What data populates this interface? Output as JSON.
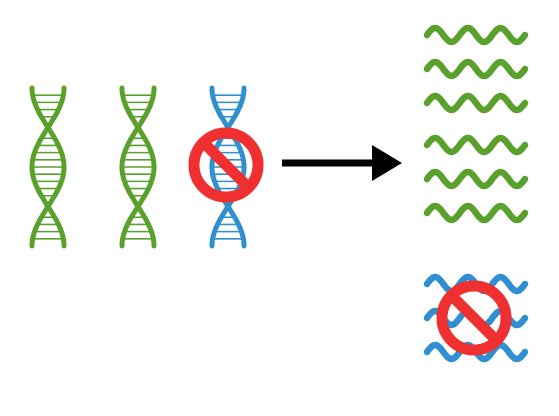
{
  "colors": {
    "background": "#ffffff",
    "normal": "#5aa02c",
    "altered": "#2f8fd0",
    "prohibited": "#f03030",
    "arrow": "#000000"
  },
  "dna_strands": [
    {
      "kind": "normal",
      "blocked": false,
      "icon": "dna-double-helix-icon"
    },
    {
      "kind": "normal",
      "blocked": false,
      "icon": "dna-double-helix-icon"
    },
    {
      "kind": "altered",
      "blocked": true,
      "icon": "dna-double-helix-icon"
    }
  ],
  "process_arrow": {
    "icon": "right-arrow-icon"
  },
  "rna_groups": [
    {
      "kind": "normal",
      "blocked": false,
      "wave_count": 3,
      "icon": "rna-wave-icon"
    },
    {
      "kind": "normal",
      "blocked": false,
      "wave_count": 3,
      "icon": "rna-wave-icon"
    },
    {
      "kind": "altered",
      "blocked": true,
      "wave_count": 3,
      "icon": "rna-wave-icon"
    }
  ],
  "blocked_symbol": {
    "icon": "prohibition-icon"
  }
}
